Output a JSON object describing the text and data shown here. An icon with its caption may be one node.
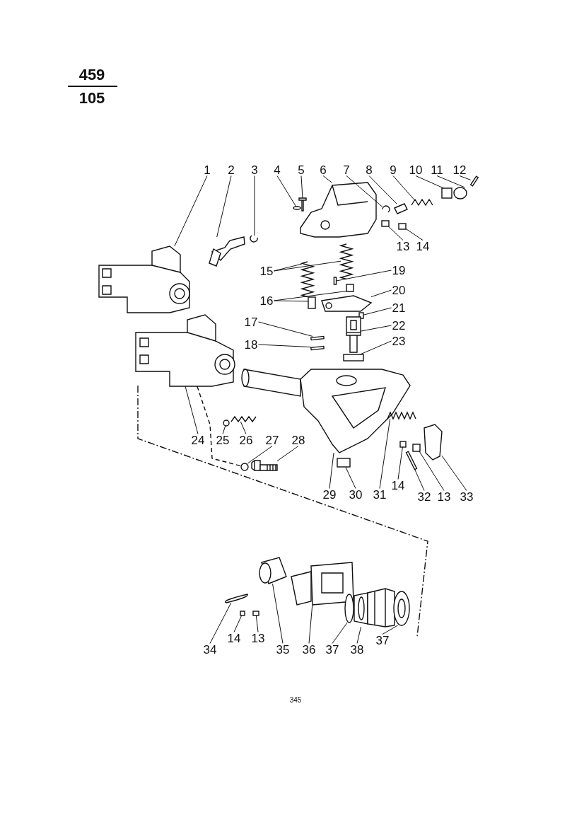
{
  "diagram": {
    "nodes": [
      {
        "text": [
          "1"
        ]
      },
      {
        "text": [
          "2"
        ]
      },
      {
        "text": [
          "3"
        ]
      },
      {
        "text": [
          "4"
        ]
      },
      {
        "text": [
          "5"
        ]
      },
      {
        "text": [
          "6"
        ]
      },
      {
        "text": [
          "7"
        ]
      },
      {
        "text": [
          "8"
        ]
      },
      {
        "text": [
          "9"
        ]
      },
      {
        "text": [
          "10"
        ]
      },
      {
        "text": [
          "11"
        ]
      },
      {
        "text": [
          "12"
        ]
      },
      {
        "text": [
          "13"
        ]
      },
      {
        "text": [
          "14"
        ]
      },
      {
        "text": [
          "15"
        ]
      },
      {
        "text": [
          "16"
        ]
      },
      {
        "text": [
          "17"
        ]
      },
      {
        "text": [
          "18"
        ]
      },
      {
        "text": [
          "19"
        ]
      },
      {
        "text": [
          "20"
        ]
      },
      {
        "text": [
          "21"
        ]
      },
      {
        "text": [
          "22"
        ]
      },
      {
        "text": [
          "23"
        ]
      },
      {
        "text": [
          "24"
        ]
      },
      {
        "text": [
          "25"
        ]
      },
      {
        "text": [
          "26"
        ]
      },
      {
        "text": [
          "27"
        ]
      },
      {
        "text": [
          "28"
        ]
      },
      {
        "text": [
          "29"
        ]
      },
      {
        "text": [
          "30"
        ]
      },
      {
        "text": [
          "31"
        ]
      },
      {
        "text": [
          "14"
        ]
      },
      {
        "text": [
          "32"
        ]
      },
      {
        "text": [
          "13"
        ]
      },
      {
        "text": [
          "33"
        ]
      },
      {
        "text": [
          "34"
        ]
      },
      {
        "text": [
          "14"
        ]
      },
      {
        "text": [
          "13"
        ]
      },
      {
        "text": [
          "35"
        ]
      },
      {
        "text": [
          "36"
        ]
      },
      {
        "text": [
          "37"
        ]
      },
      {
        "text": [
          "38"
        ]
      },
      {
        "text": [
          "37"
        ]
      },
      {
        "text": [],
        "shape": "picture"
      },
      {
        "text": [],
        "shape": "picture"
      },
      {
        "text": [],
        "shape": "picture"
      },
      {
        "text": [],
        "shape": "circle"
      },
      {
        "text": [],
        "shape": "picture"
      },
      {
        "text": [],
        "shape": "picture"
      },
      {
        "text": [],
        "shape": "picture"
      },
      {
        "text": [],
        "shape": "picture"
      },
      {
        "text": [],
        "shape": "picture"
      },
      {
        "text": [],
        "shape": "box"
      },
      {
        "text": [],
        "shape": "circle"
      },
      {
        "text": [],
        "shape": "bar"
      },
      {
        "text": [],
        "shape": "box"
      },
      {
        "text": [],
        "shape": "box"
      },
      {
        "text": [],
        "shape": "picture"
      },
      {
        "text": [],
        "shape": "picture"
      },
      {
        "text": [],
        "shape": "box"
      },
      {
        "text": [],
        "shape": "box"
      },
      {
        "text": [],
        "shape": "bar"
      },
      {
        "text": [],
        "shape": "bar"
      },
      {
        "text": [],
        "shape": "bar"
      },
      {
        "text": [],
        "shape": "picture"
      },
      {
        "text": [],
        "shape": "box"
      },
      {
        "text": [],
        "shape": "picture"
      },
      {
        "text": [],
        "shape": "box"
      },
      {
        "text": [],
        "shape": "picture"
      },
      {
        "text": [],
        "shape": "circle"
      },
      {
        "text": [],
        "shape": "picture"
      },
      {
        "text": [],
        "shape": "circle"
      },
      {
        "text": [],
        "shape": "picture"
      },
      {
        "text": [],
        "shape": "picture"
      },
      {
        "text": [],
        "shape": "box"
      },
      {
        "text": [],
        "shape": "picture"
      },
      {
        "text": [],
        "shape": "box"
      },
      {
        "text": [],
        "shape": "bar"
      },
      {
        "text": [],
        "shape": "box"
      },
      {
        "text": [],
        "shape": "picture"
      },
      {
        "text": [],
        "shape": "picture"
      },
      {
        "text": [],
        "shape": "box"
      },
      {
        "text": [],
        "shape": "box"
      },
      {
        "text": [],
        "shape": "picture"
      },
      {
        "text": [],
        "shape": "picture"
      },
      {
        "text": [],
        "shape": "circle"
      },
      {
        "text": [],
        "shape": "picture"
      },
      {
        "text": [],
        "shape": "picture"
      }
    ],
    "edges": [
      {
        "from": 0,
        "to": 43,
        "arrow": "none"
      },
      {
        "from": 1,
        "to": 44,
        "arrow": "none"
      },
      {
        "from": 2,
        "to": 45,
        "arrow": "none"
      },
      {
        "from": 3,
        "to": 46,
        "arrow": "none"
      },
      {
        "from": 4,
        "to": 47,
        "arrow": "none"
      },
      {
        "from": 5,
        "to": 48,
        "arrow": "none"
      },
      {
        "from": 6,
        "to": 49,
        "arrow": "none"
      },
      {
        "from": 7,
        "to": 50,
        "arrow": "none"
      },
      {
        "from": 8,
        "to": 51,
        "arrow": "none"
      },
      {
        "from": 9,
        "to": 52,
        "arrow": "none"
      },
      {
        "from": 10,
        "to": 53,
        "arrow": "none"
      },
      {
        "from": 11,
        "to": 54,
        "arrow": "none"
      },
      {
        "from": 12,
        "to": 55,
        "arrow": "none"
      },
      {
        "from": 13,
        "to": 56,
        "arrow": "none"
      },
      {
        "from": 14,
        "to": 57,
        "arrow": "none"
      },
      {
        "from": 14,
        "to": 58,
        "arrow": "none"
      },
      {
        "from": 15,
        "to": 59,
        "arrow": "none"
      },
      {
        "from": 15,
        "to": 60,
        "arrow": "none"
      },
      {
        "from": 16,
        "to": 61,
        "arrow": "none"
      },
      {
        "from": 17,
        "to": 62,
        "arrow": "none"
      },
      {
        "from": 18,
        "to": 63,
        "arrow": "none"
      },
      {
        "from": 19,
        "to": 64,
        "arrow": "none"
      },
      {
        "from": 20,
        "to": 65,
        "arrow": "none"
      },
      {
        "from": 21,
        "to": 66,
        "arrow": "none"
      },
      {
        "from": 22,
        "to": 67,
        "arrow": "none"
      },
      {
        "from": 23,
        "to": 68,
        "arrow": "none"
      },
      {
        "from": 24,
        "to": 69,
        "arrow": "none"
      },
      {
        "from": 25,
        "to": 70,
        "arrow": "none"
      },
      {
        "from": 26,
        "to": 71,
        "arrow": "none"
      },
      {
        "from": 27,
        "to": 72,
        "arrow": "none"
      },
      {
        "from": 28,
        "to": 73,
        "arrow": "none"
      },
      {
        "from": 29,
        "to": 74,
        "arrow": "none"
      },
      {
        "from": 30,
        "to": 75,
        "arrow": "none"
      },
      {
        "from": 31,
        "to": 76,
        "arrow": "none"
      },
      {
        "from": 32,
        "to": 77,
        "arrow": "none"
      },
      {
        "from": 33,
        "to": 78,
        "arrow": "none"
      },
      {
        "from": 34,
        "to": 79,
        "arrow": "none"
      },
      {
        "from": 35,
        "to": 80,
        "arrow": "none"
      },
      {
        "from": 36,
        "to": 81,
        "arrow": "none"
      },
      {
        "from": 37,
        "to": 82,
        "arrow": "none"
      },
      {
        "from": 38,
        "to": 83,
        "arrow": "none"
      },
      {
        "from": 39,
        "to": 84,
        "arrow": "none"
      },
      {
        "from": 40,
        "to": 85,
        "arrow": "none"
      },
      {
        "from": 41,
        "to": 86,
        "arrow": "none"
      },
      {
        "from": 42,
        "to": 87,
        "arrow": "none"
      },
      {
        "from": 68,
        "to": 71,
        "arrow": "none",
        "style": "dashed"
      }
    ],
    "labels": [
      "459",
      "105",
      "345"
    ]
  }
}
